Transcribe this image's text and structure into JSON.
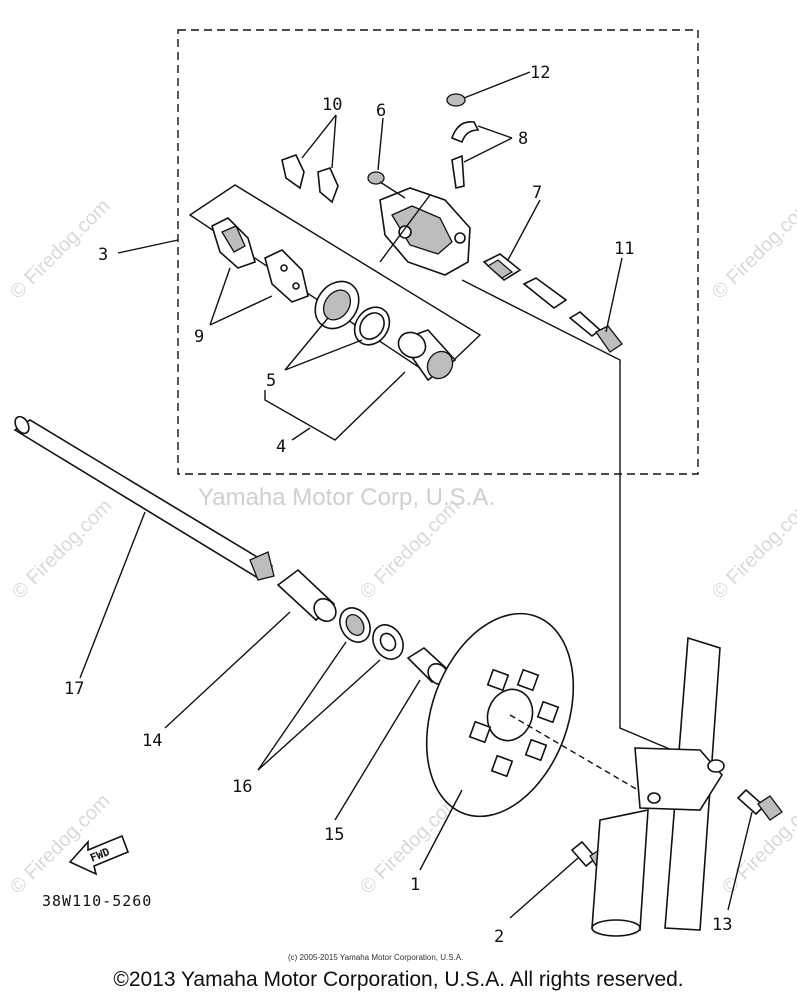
{
  "watermarks": {
    "site": "© Firedog.com",
    "corp": "Yamaha Motor Corp, U.S.A."
  },
  "callouts": [
    {
      "id": "1",
      "label": "1"
    },
    {
      "id": "2",
      "label": "2"
    },
    {
      "id": "3",
      "label": "3"
    },
    {
      "id": "4",
      "label": "4"
    },
    {
      "id": "5",
      "label": "5"
    },
    {
      "id": "6",
      "label": "6"
    },
    {
      "id": "7",
      "label": "7"
    },
    {
      "id": "8",
      "label": "8"
    },
    {
      "id": "9",
      "label": "9"
    },
    {
      "id": "10",
      "label": "10"
    },
    {
      "id": "11",
      "label": "11"
    },
    {
      "id": "12",
      "label": "12"
    },
    {
      "id": "13",
      "label": "13"
    },
    {
      "id": "14",
      "label": "14"
    },
    {
      "id": "15",
      "label": "15"
    },
    {
      "id": "16",
      "label": "16"
    },
    {
      "id": "17",
      "label": "17"
    }
  ],
  "fwd_label": "FWD",
  "part_code": "38W110-5260",
  "small_copyright": "(c) 2005-2015 Yamaha Motor Corporation, U.S.A.",
  "copyright": "©2013 Yamaha Motor Corporation, U.S.A. All rights reserved."
}
